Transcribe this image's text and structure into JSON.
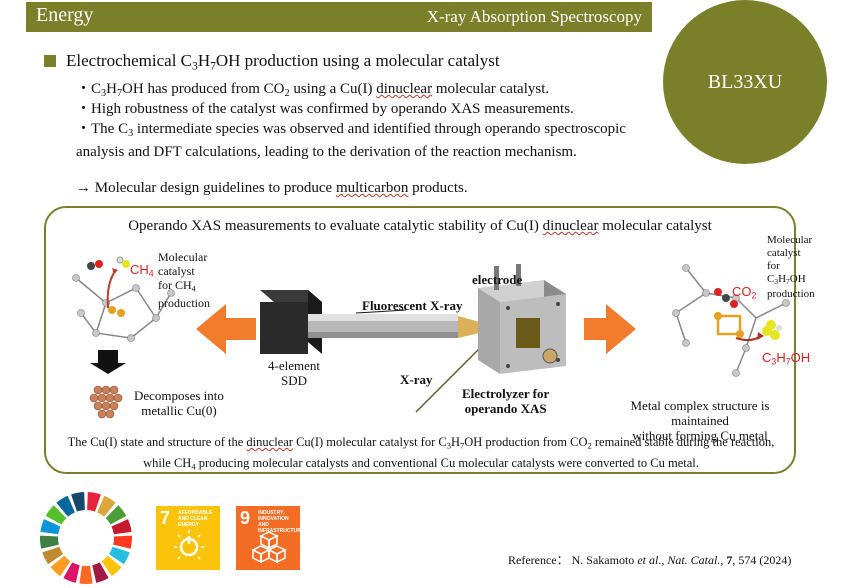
{
  "header": {
    "category": "Energy",
    "technique": "X-ray Absorption Spectroscopy",
    "beamline": "BL33XU"
  },
  "section": {
    "title_pre": "Electrochemical C",
    "title_s1": "3",
    "title_m1": "H",
    "title_s2": "7",
    "title_post": "OH production using a molecular catalyst"
  },
  "bullets": {
    "b1": {
      "prefix": "・C",
      "s1": "3",
      "m1": "H",
      "s2": "7",
      "m2": "OH has produced from CO",
      "s3": "2",
      "m3": " using a Cu(I) ",
      "wavy": "dinuclear",
      "end": " molecular catalyst."
    },
    "b2": "・High robustness of the catalyst was confirmed by operando XAS measurements.",
    "b3": {
      "prefix": "・The C",
      "s1": "3",
      "rest": " intermediate species was observed and identified through operando spectroscopic analysis and DFT calculations, leading to the derivation of the reaction mechanism."
    },
    "b4": {
      "prefix": "→ Molecular design guidelines to produce ",
      "wavy": "multicarbon",
      "end": " products."
    }
  },
  "figure": {
    "title_pre": "Operando XAS measurements to evaluate catalytic stability of Cu(I) ",
    "title_wavy": "dinuclear",
    "title_post": " molecular catalyst",
    "left_label": {
      "l1": "Molecular",
      "l2": "catalyst",
      "l3_pre": "for CH",
      "l3_sub": "4",
      "l4": "production"
    },
    "ch4_label": "CH",
    "ch4_sub": "4",
    "decomposes": {
      "l1": "Decomposes into",
      "l2": "metallic Cu(0)"
    },
    "sdd": {
      "l1": "4-element",
      "l2": "SDD"
    },
    "fluorescent": "Fluorescent X-ray",
    "xray": "X-ray",
    "electrode": "electrode",
    "electrolyzer": {
      "l1": "Electrolyzer for",
      "l2": "operando XAS"
    },
    "right_label": {
      "l1": "Molecular",
      "l2": "catalyst",
      "l3_pre": "for C",
      "l3_s1": "3",
      "l3_m": "H",
      "l3_s2": "7",
      "l3_post": "OH",
      "l4": "production"
    },
    "co2_label": "CO",
    "co2_sub": "2",
    "c3h7oh": {
      "pre": "C",
      "s1": "3",
      "m": "H",
      "s2": "7",
      "post": "OH"
    },
    "maintained": {
      "l1": "Metal complex structure is maintained",
      "l2": "without forming Cu metal"
    },
    "caption": {
      "p1": "The Cu(I) state and structure of the ",
      "wavy": "dinuclear",
      "p2": " Cu(I) molecular catalyst for C",
      "s1": "3",
      "p3": "H",
      "s2": "7",
      "p4": "OH production from CO",
      "s3": "2",
      "p5": " remained stable during the reaction, while CH",
      "s4": "4",
      "p6": " producing molecular catalysts and conventional Cu molecular catalysts were converted to Cu metal."
    }
  },
  "sdg": {
    "goal7_num": "7",
    "goal7_text": "AFFORDABLE AND CLEAN ENERGY",
    "goal9_num": "9",
    "goal9_text": "INDUSTRY, INNOVATION AND INFRASTRUCTURE"
  },
  "reference": {
    "label": "Reference：",
    "authors": " N. Sakamoto ",
    "etal": "et al",
    "mid": "., ",
    "journal": "Nat. Catal.",
    "sep": ", ",
    "volume": "7",
    "end": ", 574 (2024)"
  },
  "colors": {
    "olive": "#7a7f2a",
    "orange_arrow": "#f07c2c",
    "sdg7": "#fcc30b",
    "sdg9": "#f36d25",
    "red_text": "#e02020"
  }
}
